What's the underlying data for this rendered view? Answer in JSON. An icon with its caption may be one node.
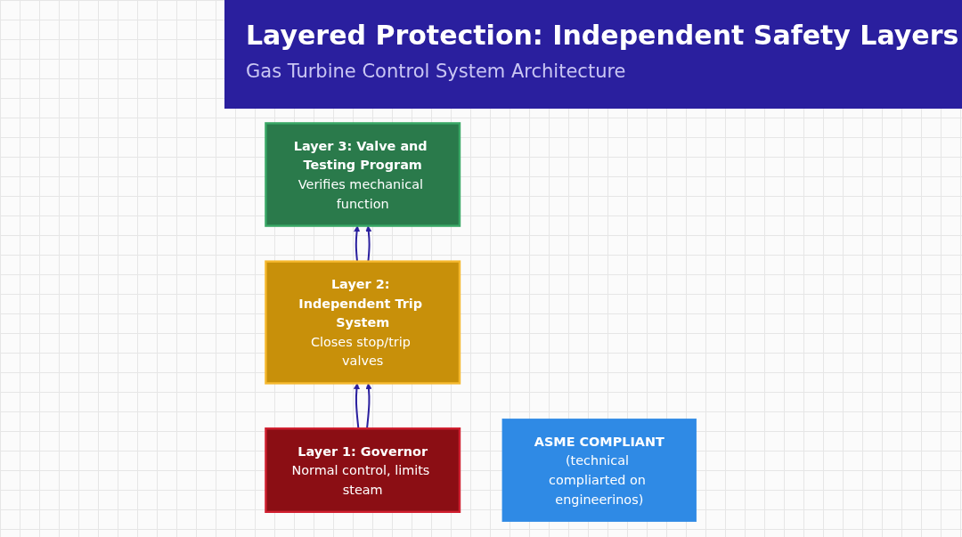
{
  "diagram": {
    "title": "Layered Protection: Independent Safety Layers",
    "nodes": [
      {
        "text": [
          "Layer 3: Valve and Testing Program",
          "Verifies mechanical function"
        ]
      },
      {
        "text": [
          "Layer 2: Independent Trip System",
          "Closes stop/trip valves"
        ]
      },
      {
        "text": [
          "Layer 1: Governor",
          "Normal control, limits steam"
        ]
      },
      {
        "text": [
          "ASME COMPLIANT",
          "(technical compliarted on engineerinos)"
        ]
      }
    ],
    "edges": [
      {
        "from": 2,
        "to": 1,
        "arrow": "to"
      },
      {
        "from": 2,
        "to": 1,
        "arrow": "to"
      },
      {
        "from": 1,
        "to": 0,
        "arrow": "to"
      },
      {
        "from": 1,
        "to": 0,
        "arrow": "to"
      }
    ],
    "labels": [
      "Gas Turbine Control System Architecture"
    ]
  }
}
